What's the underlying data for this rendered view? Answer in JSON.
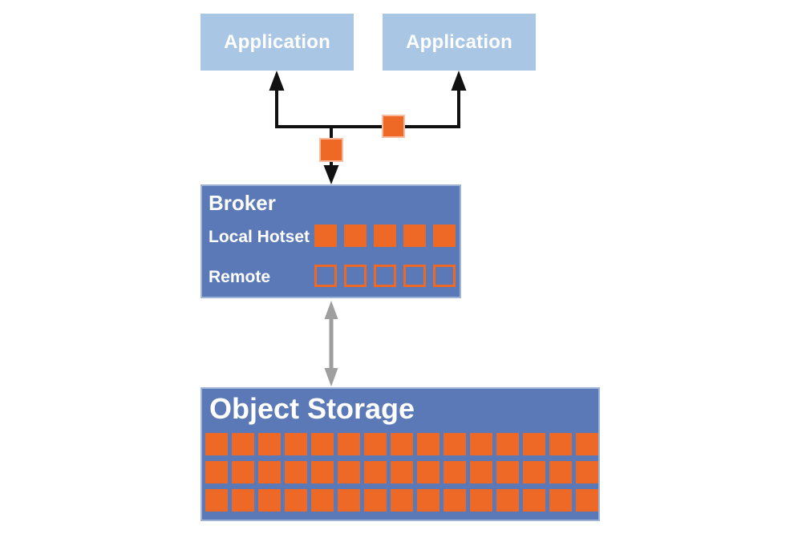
{
  "diagram": {
    "applications": [
      {
        "label": "Application"
      },
      {
        "label": "Application"
      }
    ],
    "broker": {
      "title": "Broker",
      "local_hotset": {
        "label": "Local Hotset",
        "square_count": 5,
        "style": "filled"
      },
      "remote": {
        "label": "Remote",
        "square_count": 5,
        "style": "outlined"
      }
    },
    "object_storage": {
      "title": "Object Storage",
      "block_rows": 3,
      "block_cols": 15
    },
    "messages_on_wire": 2
  },
  "colors": {
    "background": "#ffffff",
    "app_box": "#a9c7e5",
    "panel_blue": "#5a79b6",
    "panel_border": "#9db4d6",
    "orange": "#ef6926",
    "line_black": "#111111",
    "arrow_gray": "#9e9e9e",
    "text_white": "#ffffff"
  }
}
